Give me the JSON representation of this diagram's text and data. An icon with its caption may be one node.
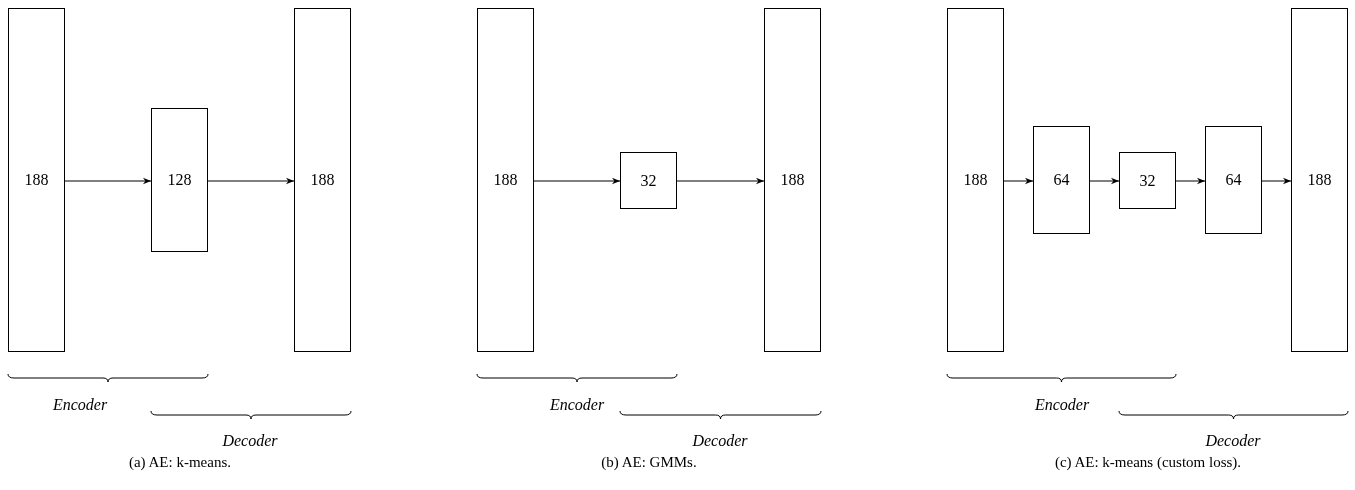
{
  "diagram": {
    "nodes": [
      {
        "text": [
          "188"
        ]
      },
      {
        "text": [
          "128"
        ]
      },
      {
        "text": [
          "188"
        ]
      },
      {
        "text": [
          "188"
        ]
      },
      {
        "text": [
          "32"
        ]
      },
      {
        "text": [
          "188"
        ]
      },
      {
        "text": [
          "188"
        ]
      },
      {
        "text": [
          "64"
        ]
      },
      {
        "text": [
          "32"
        ]
      },
      {
        "text": [
          "64"
        ]
      },
      {
        "text": [
          "188"
        ]
      }
    ],
    "edges": [
      {
        "from": 0,
        "to": 1,
        "arrow": "to"
      },
      {
        "from": 1,
        "to": 2,
        "arrow": "to"
      },
      {
        "from": 3,
        "to": 4,
        "arrow": "to"
      },
      {
        "from": 4,
        "to": 5,
        "arrow": "to"
      },
      {
        "from": 6,
        "to": 7,
        "arrow": "to"
      },
      {
        "from": 7,
        "to": 8,
        "arrow": "to"
      },
      {
        "from": 8,
        "to": 9,
        "arrow": "to"
      },
      {
        "from": 9,
        "to": 10,
        "arrow": "to"
      }
    ],
    "labels": [
      "Encoder",
      "Decoder",
      "(a) AE: k-means.",
      "Encoder",
      "Decoder",
      "(b) AE: GMMs.",
      "Encoder",
      "Decoder",
      "(c) AE: k-means (custom loss)."
    ]
  }
}
